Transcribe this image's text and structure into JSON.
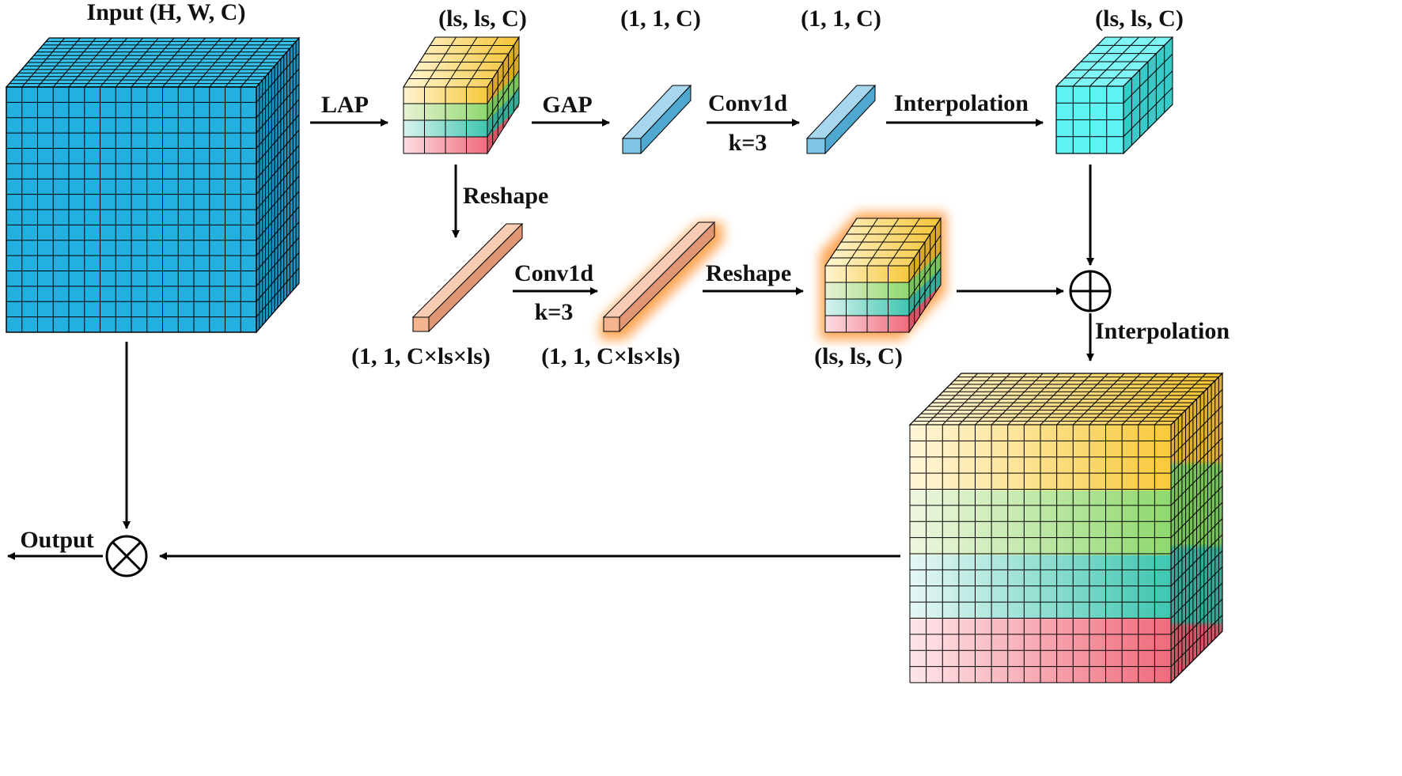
{
  "labels": {
    "input": "Input (H, W, C)",
    "lap_dims": "(ls, ls, C)",
    "gap_dims": "(1, 1, C)",
    "conv_top_dims": "(1, 1, C)",
    "interp_top_dims": "(ls, ls, C)",
    "lap": "LAP",
    "gap": "GAP",
    "conv1d_top": "Conv1d",
    "k_top": "k=3",
    "interpolation_top": "Interpolation",
    "reshape_left": "Reshape",
    "conv1d_mid": "Conv1d",
    "k_mid": "k=3",
    "reshape_mid": "Reshape",
    "bar1_dims": "(1, 1, C×ls×ls)",
    "bar2_dims": "(1, 1, C×ls×ls)",
    "reshape_dims": "(ls, ls, C)",
    "interpolation_right": "Interpolation",
    "output": "Output"
  },
  "symbols": {
    "add": "⊕",
    "multiply": "⊗"
  },
  "colors": {
    "input_cube": "#22b0e0",
    "gap_bar": "#7ec5e6",
    "interp_cube": "#5ef2f2",
    "orange_bar": "#f4b48f",
    "glow": "#ff9a3c",
    "yellow": "#f7c93b",
    "green": "#8ed96e",
    "teal": "#3ec6b0",
    "pink": "#f06a7a",
    "light_left": "#fff6d8"
  }
}
